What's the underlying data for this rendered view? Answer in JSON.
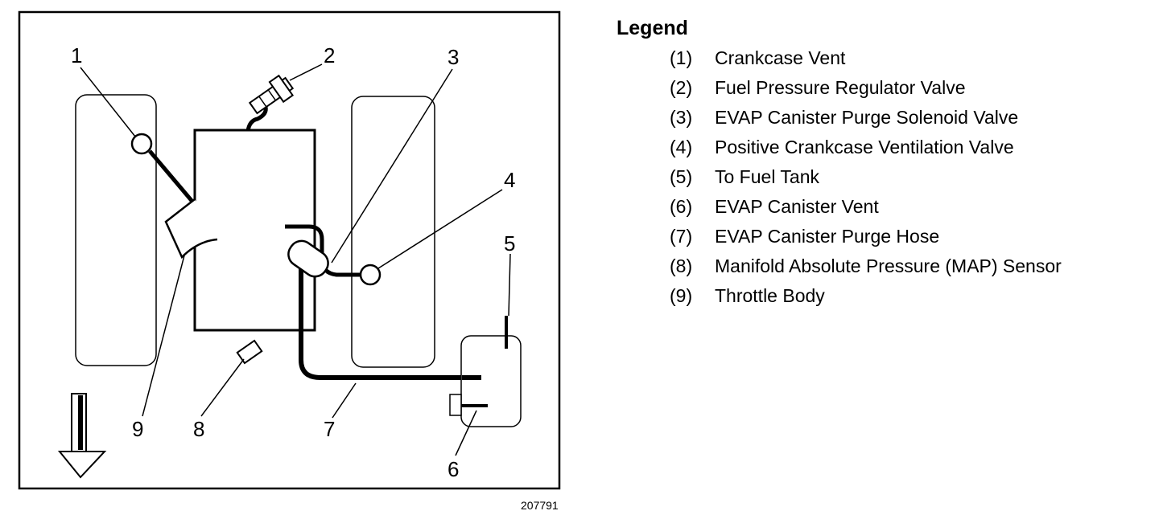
{
  "callouts": [
    "1",
    "2",
    "3",
    "4",
    "5",
    "6",
    "7",
    "8",
    "9"
  ],
  "figure_number": "207791",
  "legend": {
    "title": "Legend",
    "items": [
      {
        "num": "(1)",
        "label": "Crankcase Vent"
      },
      {
        "num": "(2)",
        "label": "Fuel Pressure Regulator Valve"
      },
      {
        "num": "(3)",
        "label": "EVAP Canister Purge Solenoid Valve"
      },
      {
        "num": "(4)",
        "label": "Positive Crankcase Ventilation Valve"
      },
      {
        "num": "(5)",
        "label": "To Fuel Tank"
      },
      {
        "num": "(6)",
        "label": "EVAP Canister Vent"
      },
      {
        "num": "(7)",
        "label": "EVAP Canister Purge Hose"
      },
      {
        "num": "(8)",
        "label": "Manifold Absolute Pressure (MAP) Sensor"
      },
      {
        "num": "(9)",
        "label": "Throttle Body"
      }
    ]
  }
}
